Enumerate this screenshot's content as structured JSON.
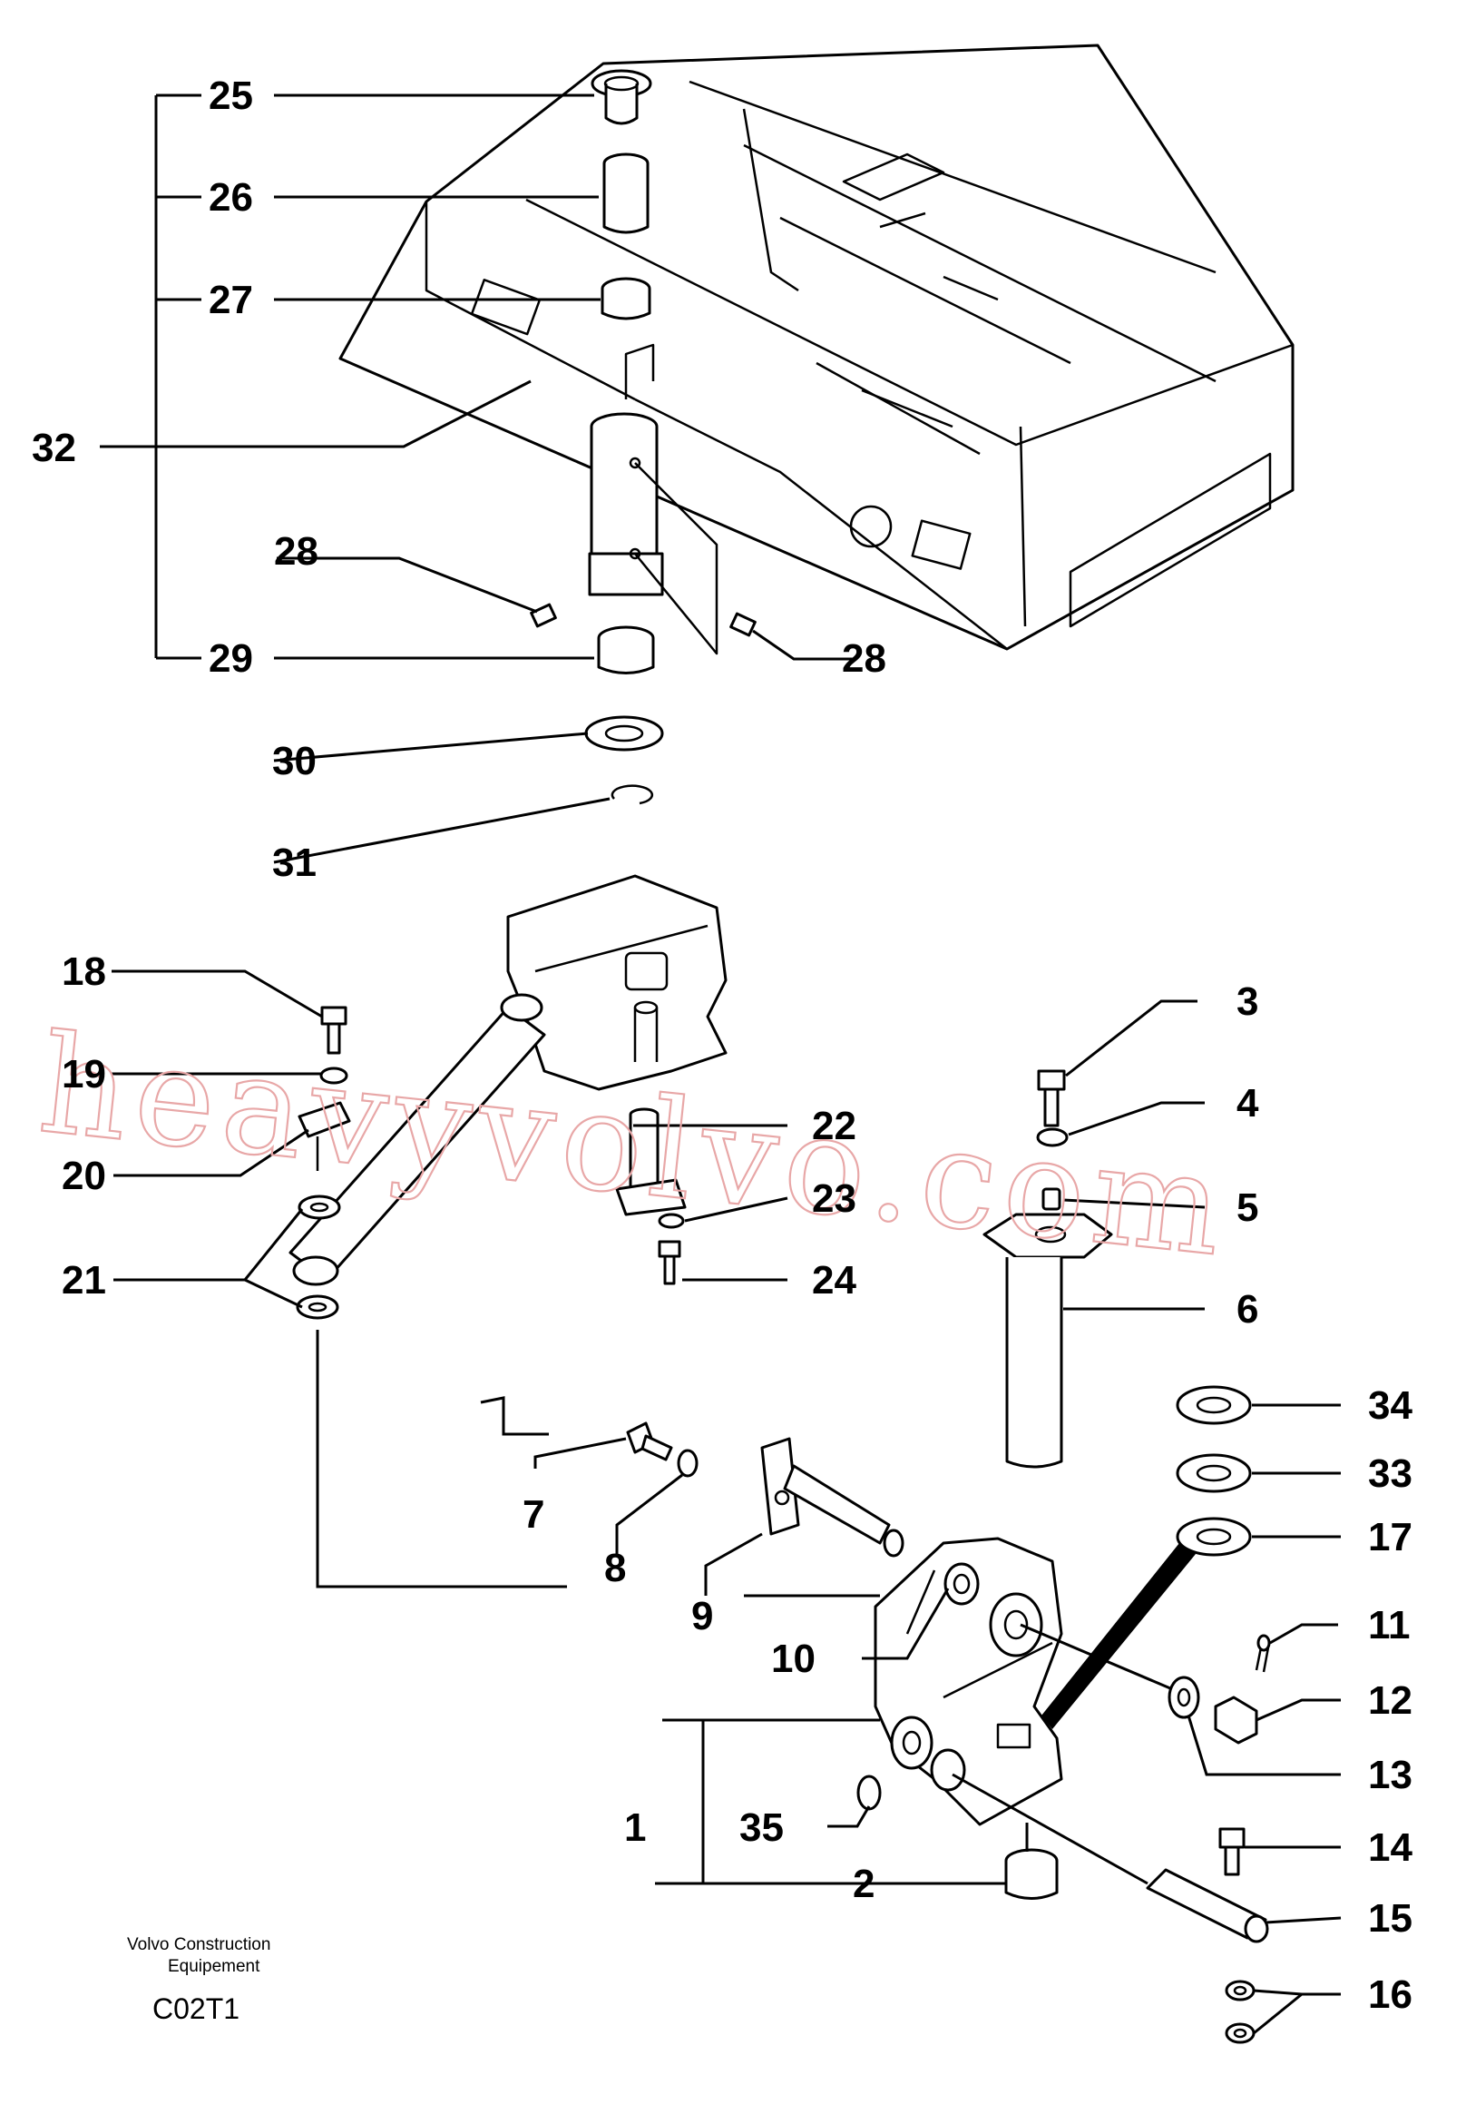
{
  "labels": {
    "p1": "1",
    "p2": "2",
    "p3": "3",
    "p4": "4",
    "p5": "5",
    "p6": "6",
    "p7": "7",
    "p8": "8",
    "p9": "9",
    "p10": "10",
    "p11": "11",
    "p12": "12",
    "p13": "13",
    "p14": "14",
    "p15": "15",
    "p16": "16",
    "p17": "17",
    "p18": "18",
    "p19": "19",
    "p20": "20",
    "p21": "21",
    "p22": "22",
    "p23": "23",
    "p24": "24",
    "p25": "25",
    "p26": "26",
    "p27": "27",
    "p28a": "28",
    "p28b": "28",
    "p29": "29",
    "p30": "30",
    "p31": "31",
    "p32": "32",
    "p33": "33",
    "p34": "34",
    "p35": "35"
  },
  "footer": {
    "company_line1": "Volvo Construction",
    "company_line2": "Equipement",
    "code": "C02T1"
  },
  "watermark": "heavyvolvo.com",
  "colors": {
    "ink": "#000000",
    "watermark": "#e8a7a7",
    "background": "#ffffff"
  }
}
